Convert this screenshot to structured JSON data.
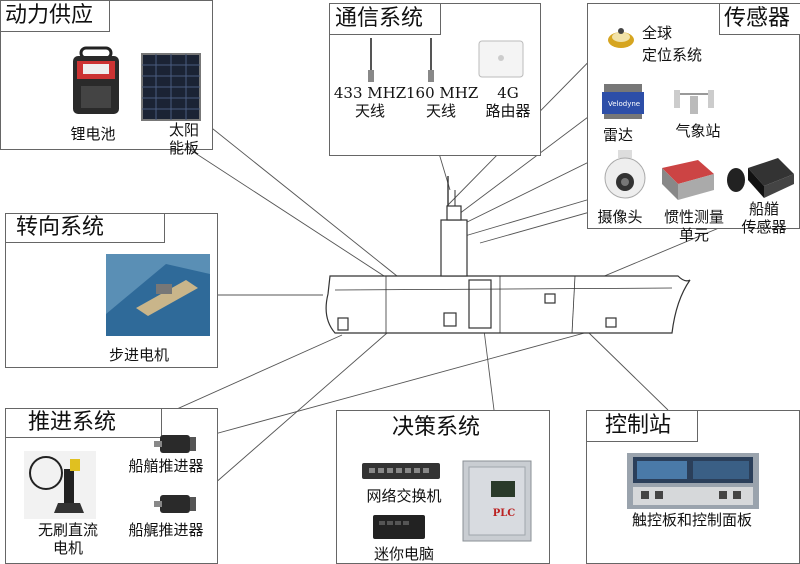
{
  "panels": {
    "power": {
      "title": "动力供应",
      "items": {
        "battery": "锂电池",
        "solar_l1": "太阳",
        "solar_l2": "能板"
      }
    },
    "comm": {
      "title": "通信系统",
      "items": {
        "ant433_l1": "433 MHZ",
        "ant433_l2": "天线",
        "ant160_l1": "160 MHZ",
        "ant160_l2": "天线",
        "router_l1": "4G",
        "router_l2": "路由器"
      }
    },
    "sensors": {
      "title": "传感器",
      "items": {
        "gps_l1": "全球",
        "gps_l2": "定位系统",
        "lidar": "雷达",
        "weather": "气象站",
        "camera": "摄像头",
        "imu_l1": "惯性测量",
        "imu_l2": "单元",
        "bow_l1": "船艏",
        "bow_l2": "传感器"
      }
    },
    "steering": {
      "title": "转向系统",
      "items": {
        "stepper": "步进电机"
      }
    },
    "propulsion": {
      "title": "推进系统",
      "items": {
        "bow_thruster": "船艏推进器",
        "bldc_l1": "无刷直流",
        "bldc_l2": "电机",
        "stern_thruster": "船艉推进器"
      }
    },
    "decision": {
      "title": "决策系统",
      "items": {
        "switch": "网络交换机",
        "mini_pc": "迷你电脑",
        "plc": "PLC"
      }
    },
    "control": {
      "title": "控制站",
      "items": {
        "panel": "触控板和控制面板"
      }
    }
  },
  "colors": {
    "line": "#555555",
    "border": "#666666",
    "accent": "#d6a520"
  }
}
